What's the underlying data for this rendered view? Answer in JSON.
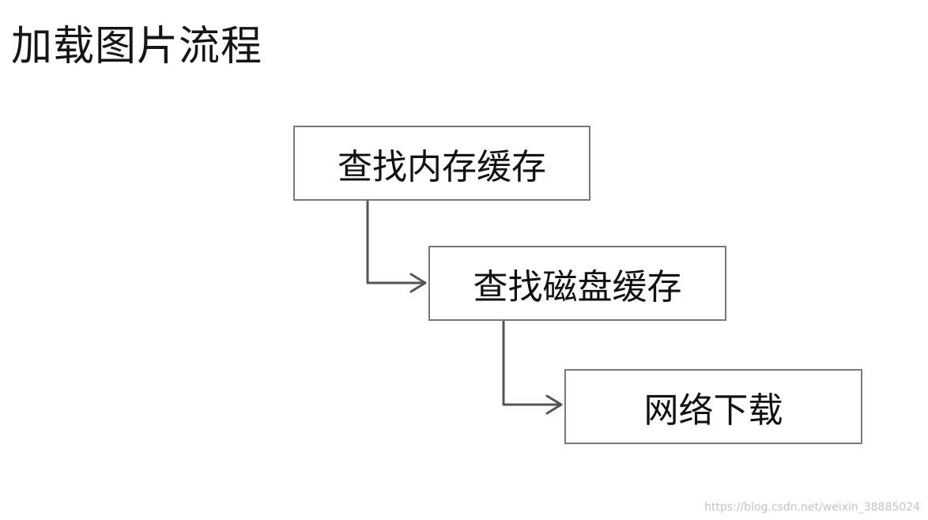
{
  "title": "加载图片流程",
  "steps": [
    {
      "label": "查找内存缓存"
    },
    {
      "label": "查找磁盘缓存"
    },
    {
      "label": "网络下载"
    }
  ],
  "watermark": "https://blog.csdn.net/weixin_38885024",
  "colors": {
    "box_border": "#7a7a7a",
    "connector": "#555555",
    "text": "#111111"
  }
}
